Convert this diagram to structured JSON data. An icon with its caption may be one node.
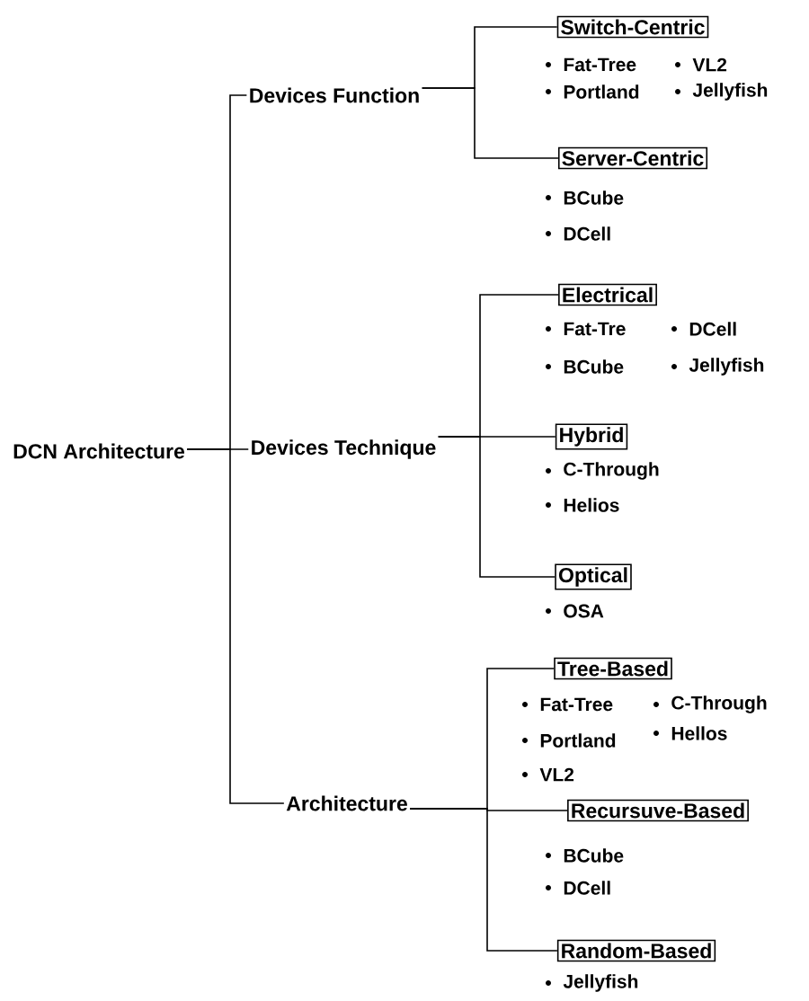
{
  "diagram": {
    "nodes": [
      {
        "text": [
          "DCN Architecture"
        ]
      },
      {
        "text": [
          "Devices Function"
        ]
      },
      {
        "text": [
          "Devices Technique"
        ]
      },
      {
        "text": [
          "Architecture"
        ]
      },
      {
        "text": [
          "Switch-Centric"
        ],
        "beside": [
          "Fat-Tree",
          "VL2",
          "Portland",
          "Jellyfish"
        ]
      },
      {
        "text": [
          "Server-Centric"
        ],
        "beside": [
          "BCube",
          "DCell"
        ]
      },
      {
        "text": [
          "Electrical"
        ],
        "beside": [
          "Fat-Tre",
          "DCell",
          "BCube",
          "Jellyfish"
        ]
      },
      {
        "text": [
          "Hybrid"
        ],
        "beside": [
          "C-Through",
          "Helios"
        ]
      },
      {
        "text": [
          "Optical"
        ],
        "beside": [
          "OSA"
        ]
      },
      {
        "text": [
          "Tree-Based"
        ],
        "beside": [
          "Fat-Tree",
          "C-Through",
          "Portland",
          "Hellos",
          "VL2"
        ]
      },
      {
        "text": [
          "Recursuve-Based"
        ],
        "beside": [
          "BCube",
          "DCell"
        ]
      },
      {
        "text": [
          "Random-Based"
        ],
        "beside": [
          "Jellyfish"
        ]
      }
    ],
    "edges": [
      {
        "from": 0,
        "to": 1,
        "arrow": "none"
      },
      {
        "from": 0,
        "to": 2,
        "arrow": "none"
      },
      {
        "from": 0,
        "to": 3,
        "arrow": "none"
      },
      {
        "from": 1,
        "to": 4,
        "arrow": "none"
      },
      {
        "from": 1,
        "to": 5,
        "arrow": "none"
      },
      {
        "from": 2,
        "to": 6,
        "arrow": "none"
      },
      {
        "from": 2,
        "to": 7,
        "arrow": "none"
      },
      {
        "from": 2,
        "to": 8,
        "arrow": "none"
      },
      {
        "from": 3,
        "to": 9,
        "arrow": "none"
      },
      {
        "from": 3,
        "to": 10,
        "arrow": "none"
      },
      {
        "from": 3,
        "to": 11,
        "arrow": "none"
      }
    ]
  }
}
